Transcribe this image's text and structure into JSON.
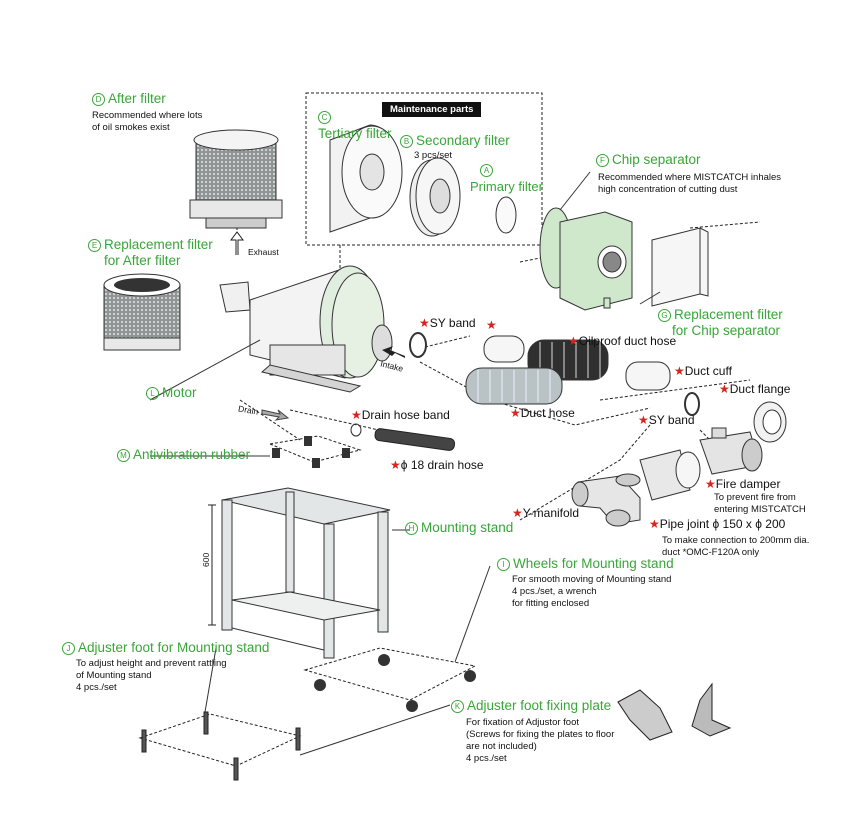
{
  "maintenance_header": "Maintenance parts",
  "parts": {
    "after_filter": {
      "mark": "D",
      "name": "After filter",
      "desc": [
        "Recommended where lots",
        "of oil smokes exist"
      ]
    },
    "tertiary_filter": {
      "mark": "C",
      "name": "Tertiary filter"
    },
    "secondary_filter": {
      "mark": "B",
      "name": "Secondary filter",
      "note": "3 pcs/set"
    },
    "primary_filter": {
      "mark": "A",
      "name": "Primary filter"
    },
    "chip_separator": {
      "mark": "F",
      "name": "Chip separator",
      "desc": [
        "Recommended where MISTCATCH inhales",
        "high concentration of cutting dust"
      ]
    },
    "replacement_after": {
      "mark": "E",
      "name": [
        "Replacement filter",
        "for After filter"
      ]
    },
    "replacement_chip": {
      "mark": "G",
      "name": [
        "Replacement filter",
        "for Chip separator"
      ]
    },
    "motor": {
      "mark": "L",
      "name": "Motor"
    },
    "antivibration": {
      "mark": "M",
      "name": "Antivibration rubber"
    },
    "mounting_stand": {
      "mark": "H",
      "name": "Mounting stand"
    },
    "wheels": {
      "mark": "I",
      "name": "Wheels for Mounting stand",
      "desc": [
        "For smooth moving of Mounting stand",
        "4 pcs./set, a wrench",
        "for fitting enclosed"
      ]
    },
    "adjuster_foot": {
      "mark": "J",
      "name": "Adjuster foot for Mounting stand",
      "desc": [
        "To adjust height and prevent rattling",
        "of Mounting stand",
        "4 pcs./set"
      ]
    },
    "fixing_plate": {
      "mark": "K",
      "name": "Adjuster foot fixing plate",
      "desc": [
        "For fixation of Adjustor foot",
        "(Screws for fixing the plates to floor",
        "are not included)",
        "4 pcs./set"
      ]
    }
  },
  "accessories": {
    "sy_band_1": "SY band",
    "oilproof_hose": "Oilproof duct hose",
    "duct_cuff": "Duct cuff",
    "duct_flange": "Duct flange",
    "duct_hose": "Duct hose",
    "sy_band_2": "SY band",
    "drain_hose_band": "Drain hose band",
    "drain_hose": "ϕ 18 drain hose",
    "fire_damper": "Fire damper",
    "fire_damper_desc": [
      "To prevent fire from",
      "entering MISTCATCH"
    ],
    "y_manifold": "Y-manifold",
    "pipe_joint": "Pipe joint ϕ 150 x ϕ 200",
    "pipe_joint_desc": [
      "To make connection to 200mm dia.",
      "duct  *OMC-F120A only"
    ]
  },
  "flow": {
    "exhaust": "Exhaust",
    "intake": "Intake",
    "drain": "Drain"
  },
  "dimension": "600",
  "colors": {
    "label_green": "#3aa53a",
    "star_red": "#d8241d",
    "chip_green": "#cfe8cc",
    "motor_green": "#e2efe0"
  }
}
